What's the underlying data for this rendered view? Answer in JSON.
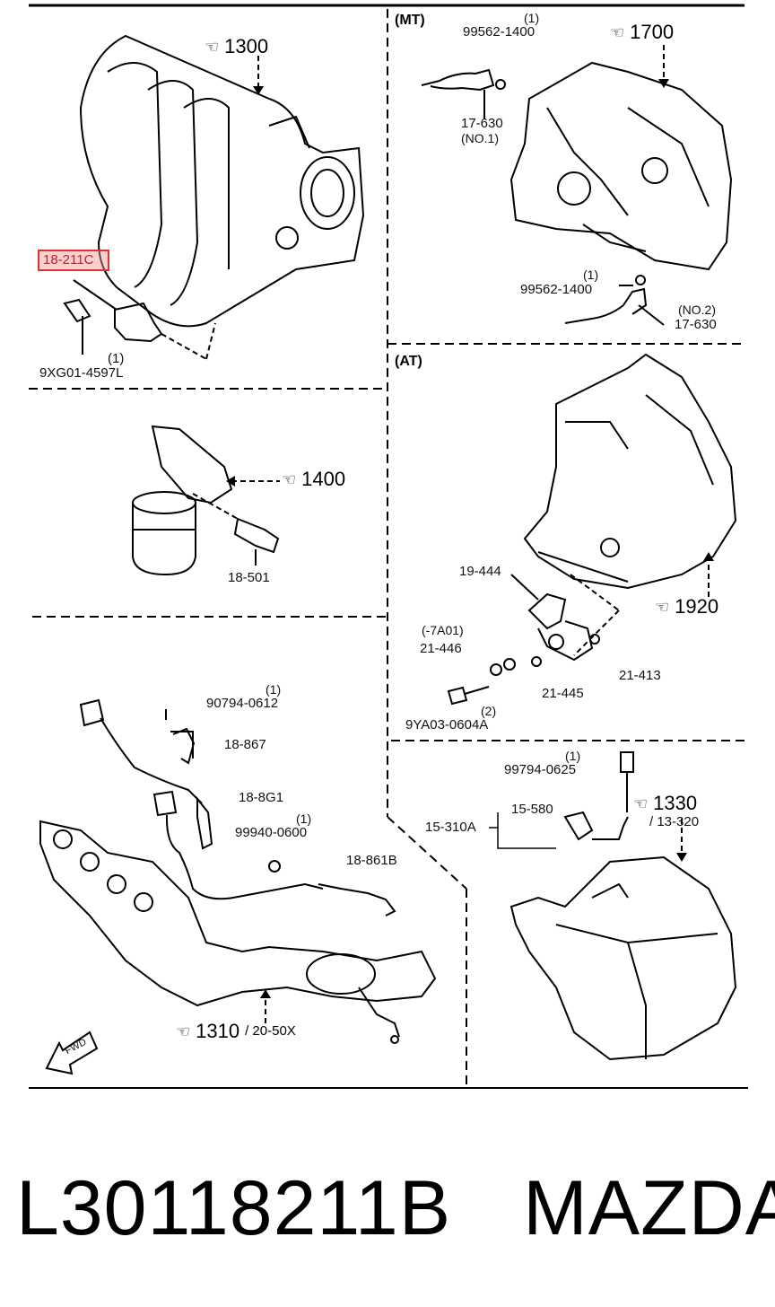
{
  "sections": {
    "mt": "(MT)",
    "at": "(AT)"
  },
  "refs": {
    "r1300": "1300",
    "r1700": "1700",
    "r1400": "1400",
    "r1920": "1920",
    "r1310": "1310",
    "r1310_sub": "/ 20-50X",
    "r1330": "1330",
    "r1330_sub": "/ 13-320"
  },
  "hand_icon": "pointing-hand-icon",
  "highlighted_part": "18-211C",
  "parts": {
    "p9xg01": "9XG01-4597L",
    "p9xg01_qty": "(1)",
    "p99562a": "99562-1400",
    "p99562a_qty": "(1)",
    "p17630a": "17-630",
    "p17630a_note": "(NO.1)",
    "p99562b": "99562-1400",
    "p99562b_qty": "(1)",
    "p17630b": "17-630",
    "p17630b_note": "(NO.2)",
    "p18501": "18-501",
    "p19444": "19-444",
    "p7a01": "(-7A01)",
    "p21446": "21-446",
    "p21413": "21-413",
    "p21445": "21-445",
    "p9ya03": "9YA03-0604A",
    "p9ya03_qty": "(2)",
    "p90794": "90794-0612",
    "p90794_qty": "(1)",
    "p18867": "18-867",
    "p188g1": "18-8G1",
    "p99940": "99940-0600",
    "p99940_qty": "(1)",
    "p18861b": "18-861B",
    "p99794": "99794-0625",
    "p99794_qty": "(1)",
    "p15580": "15-580",
    "p15310a": "15-310A",
    "fwd": "FWD"
  },
  "footer": {
    "part_number": "L30118211B",
    "brand": "MAZDA"
  },
  "colors": {
    "highlight_border": "#e03030",
    "highlight_fill": "#f09696",
    "line": "#000000"
  }
}
